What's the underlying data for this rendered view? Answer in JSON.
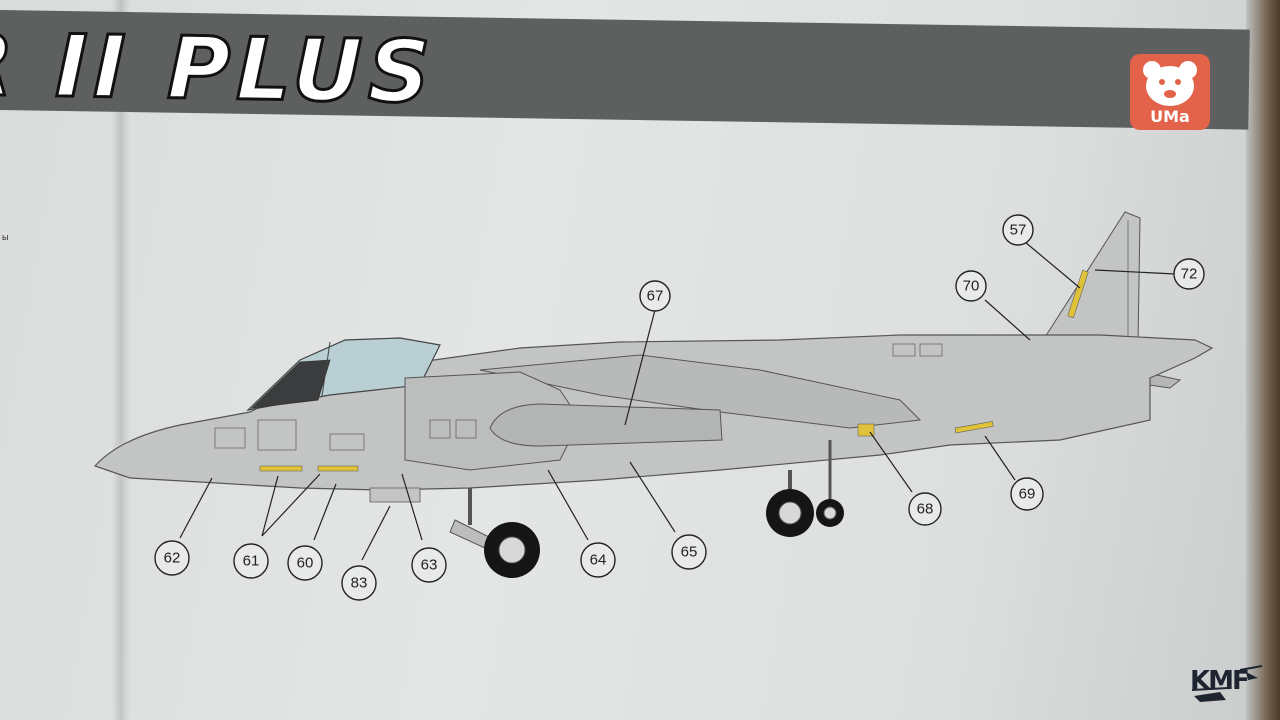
{
  "header": {
    "title": "R II PLUS"
  },
  "logo": {
    "text": "UMa",
    "icon": "bear-head-icon",
    "color": "#e2634a"
  },
  "side_note": "ы",
  "watermark": {
    "text": "KMF"
  },
  "callouts": [
    {
      "id": "57",
      "label": "57"
    },
    {
      "id": "72",
      "label": "72"
    },
    {
      "id": "70",
      "label": "70"
    },
    {
      "id": "67",
      "label": "67"
    },
    {
      "id": "68",
      "label": "68"
    },
    {
      "id": "69",
      "label": "69"
    },
    {
      "id": "62",
      "label": "62"
    },
    {
      "id": "61",
      "label": "61"
    },
    {
      "id": "60",
      "label": "60"
    },
    {
      "id": "83",
      "label": "83"
    },
    {
      "id": "63",
      "label": "63"
    },
    {
      "id": "64",
      "label": "64"
    },
    {
      "id": "65",
      "label": "65"
    }
  ],
  "colors": {
    "banner": "#5d605f",
    "aircraft": "#c3c5c4",
    "stencil_yellow": "#e0c23a",
    "canopy": "#b9cfd3"
  }
}
